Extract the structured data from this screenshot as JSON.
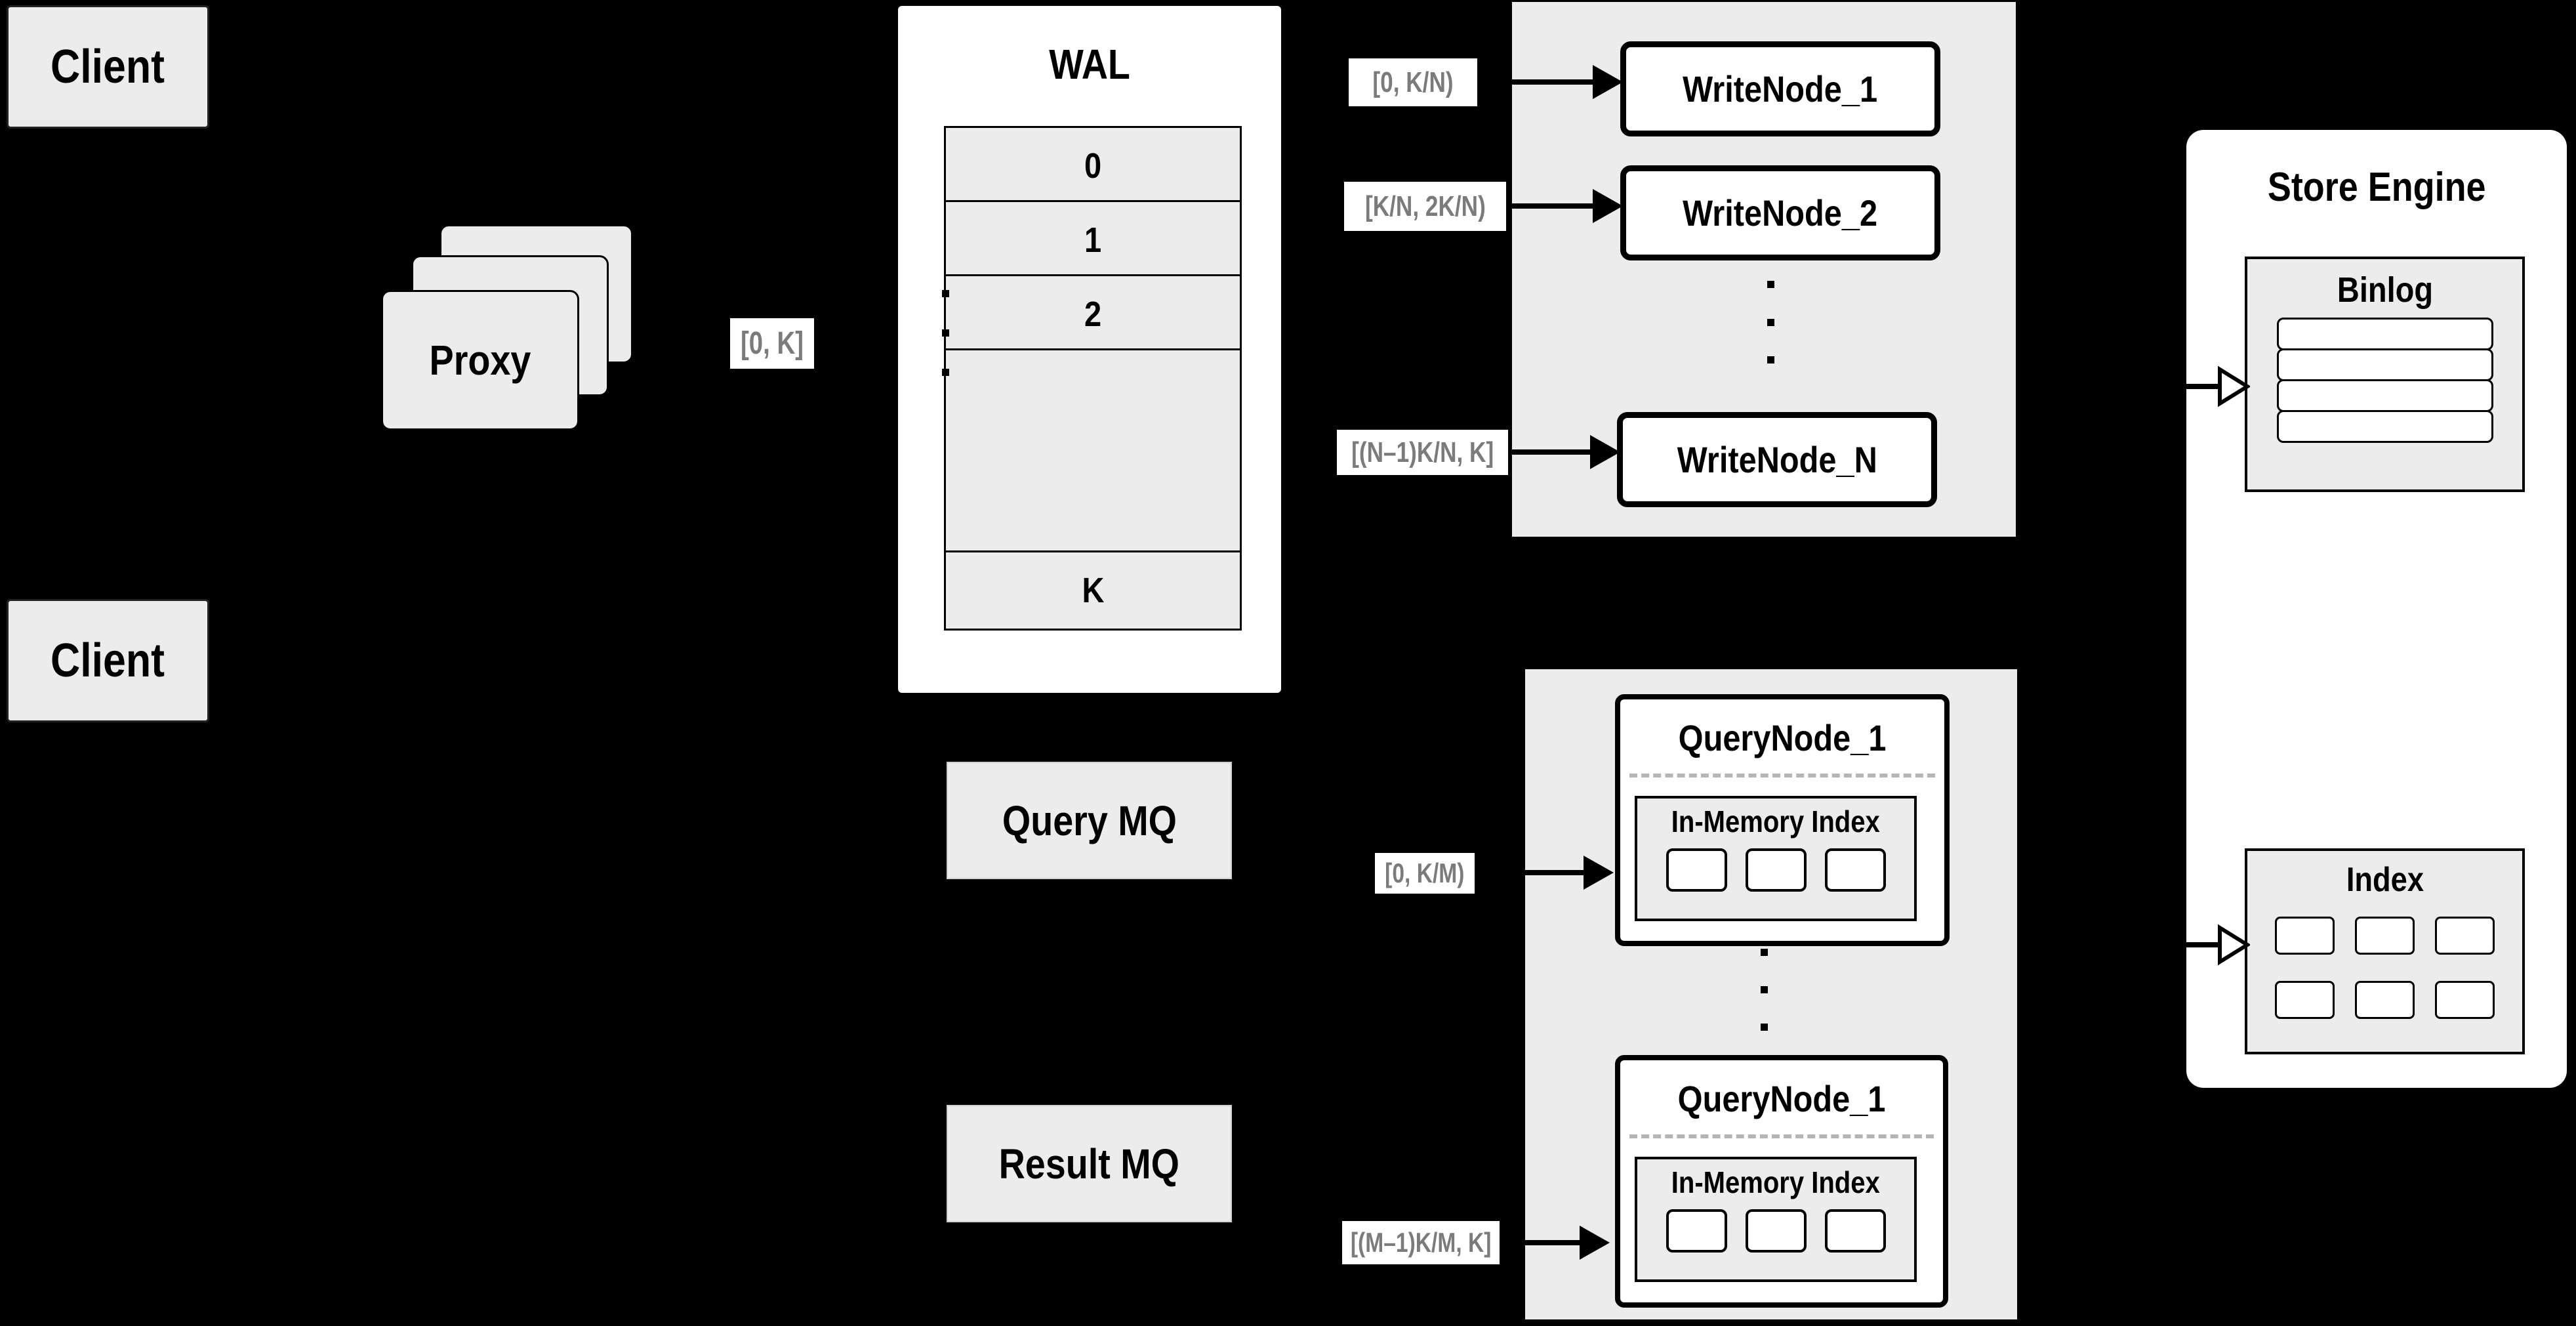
{
  "colors": {
    "background": "#000000",
    "panel_gray": "#ececec",
    "node_white": "#ffffff",
    "line_black": "#000000",
    "range_label_text": "#7b7b7b",
    "dashed_divider": "#b5b5b5"
  },
  "clients": {
    "top_label": "Client",
    "bottom_label": "Client"
  },
  "proxy": {
    "label": "Proxy"
  },
  "flow_labels": {
    "proxy_to_wal": "[0, K]",
    "wal_to_write_1": "[0, K/N)",
    "wal_to_write_2": "[K/N, 2K/N)",
    "wal_to_write_n": "[(N–1)K/N, K]",
    "mq_to_query_1": "[0, K/M)",
    "mq_to_query_m": "[(M–1)K/M, K]"
  },
  "wal": {
    "title": "WAL",
    "segments": [
      "0",
      "1",
      "2"
    ],
    "last_segment": "K"
  },
  "write_nodes": {
    "node_1": "WriteNode_1",
    "node_2": "WriteNode_2",
    "node_n": "WriteNode_N"
  },
  "queues": {
    "query_mq": "Query MQ",
    "result_mq": "Result MQ"
  },
  "query_nodes": {
    "top": {
      "title": "QueryNode_1",
      "index_label": "In-Memory Index"
    },
    "bottom": {
      "title": "QueryNode_1",
      "index_label": "In-Memory Index"
    }
  },
  "store_engine": {
    "title": "Store Engine",
    "binlog_label": "Binlog",
    "index_label": "Index"
  }
}
